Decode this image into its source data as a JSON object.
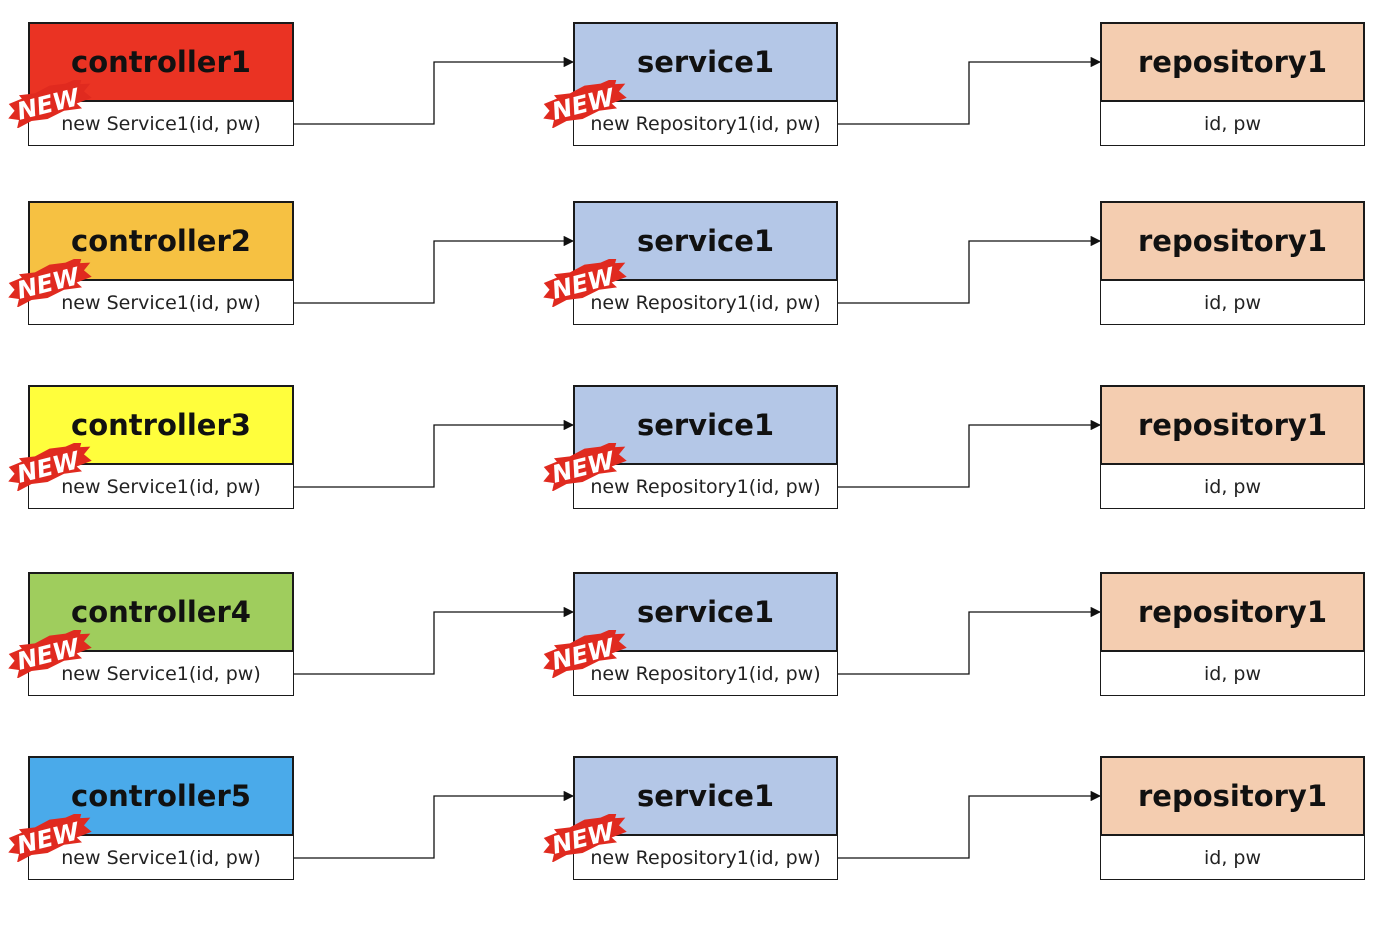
{
  "badge": {
    "label": "NEW",
    "color": "#e02a1f"
  },
  "rows": [
    {
      "controller": {
        "title": "controller1",
        "body": "new Service1(id,  pw)",
        "color": "#ea3323"
      },
      "service": {
        "title": "service1",
        "body": "new Repository1(id,  pw)",
        "color": "#b4c7e7"
      },
      "repository": {
        "title": "repository1",
        "body": "id,  pw",
        "color": "#f4cdb0"
      }
    },
    {
      "controller": {
        "title": "controller2",
        "body": "new Service1(id,  pw)",
        "color": "#f6c142"
      },
      "service": {
        "title": "service1",
        "body": "new Repository1(id,  pw)",
        "color": "#b4c7e7"
      },
      "repository": {
        "title": "repository1",
        "body": "id,  pw",
        "color": "#f4cdb0"
      }
    },
    {
      "controller": {
        "title": "controller3",
        "body": "new Service1(id,  pw)",
        "color": "#fffe3c"
      },
      "service": {
        "title": "service1",
        "body": "new Repository1(id,  pw)",
        "color": "#b4c7e7"
      },
      "repository": {
        "title": "repository1",
        "body": "id,  pw",
        "color": "#f4cdb0"
      }
    },
    {
      "controller": {
        "title": "controller4",
        "body": "new Service1(id,  pw)",
        "color": "#9fcd5d"
      },
      "service": {
        "title": "service1",
        "body": "new Repository1(id,  pw)",
        "color": "#b4c7e7"
      },
      "repository": {
        "title": "repository1",
        "body": "id,  pw",
        "color": "#f4cdb0"
      }
    },
    {
      "controller": {
        "title": "controller5",
        "body": "new Service1(id,  pw)",
        "color": "#4aaaea"
      },
      "service": {
        "title": "service1",
        "body": "new Repository1(id,  pw)",
        "color": "#b4c7e7"
      },
      "repository": {
        "title": "repository1",
        "body": "id,  pw",
        "color": "#f4cdb0"
      }
    }
  ]
}
